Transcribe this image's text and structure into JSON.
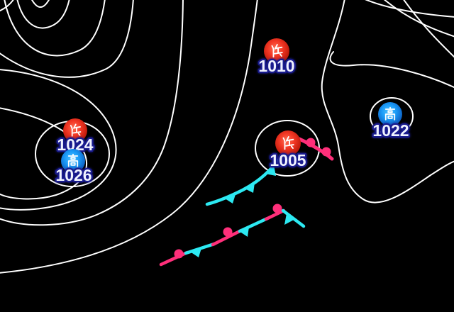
{
  "map": {
    "background_color": "#000000",
    "isobar_color": "#ffffff",
    "pressure_centers": [
      {
        "id": "low-top",
        "type": "low",
        "symbol": "低",
        "pressure": "1010",
        "marker_color": "#e62e1c"
      },
      {
        "id": "low-west",
        "type": "low",
        "symbol": "低",
        "pressure": "1024",
        "marker_color": "#e62e1c"
      },
      {
        "id": "high-west",
        "type": "high",
        "symbol": "高",
        "pressure": "1026",
        "marker_color": "#1697f5"
      },
      {
        "id": "low-center",
        "type": "low",
        "symbol": "低",
        "pressure": "1005",
        "marker_color": "#e62e1c"
      },
      {
        "id": "high-east",
        "type": "high",
        "symbol": "高",
        "pressure": "1022",
        "marker_color": "#1697f5"
      }
    ],
    "fronts": [
      {
        "type": "cold-front",
        "color": "#2ce9f2",
        "marks": "triangles"
      },
      {
        "type": "warm-front",
        "color": "#ff2f7a",
        "marks": "semicircles"
      },
      {
        "type": "stationary-front",
        "colors": [
          "#ff2f7a",
          "#2ce9f2"
        ],
        "marks": "alternating semicircles and triangles"
      }
    ],
    "label_text_color": "#f0f3ff",
    "label_outline_color": "#191b8e"
  }
}
